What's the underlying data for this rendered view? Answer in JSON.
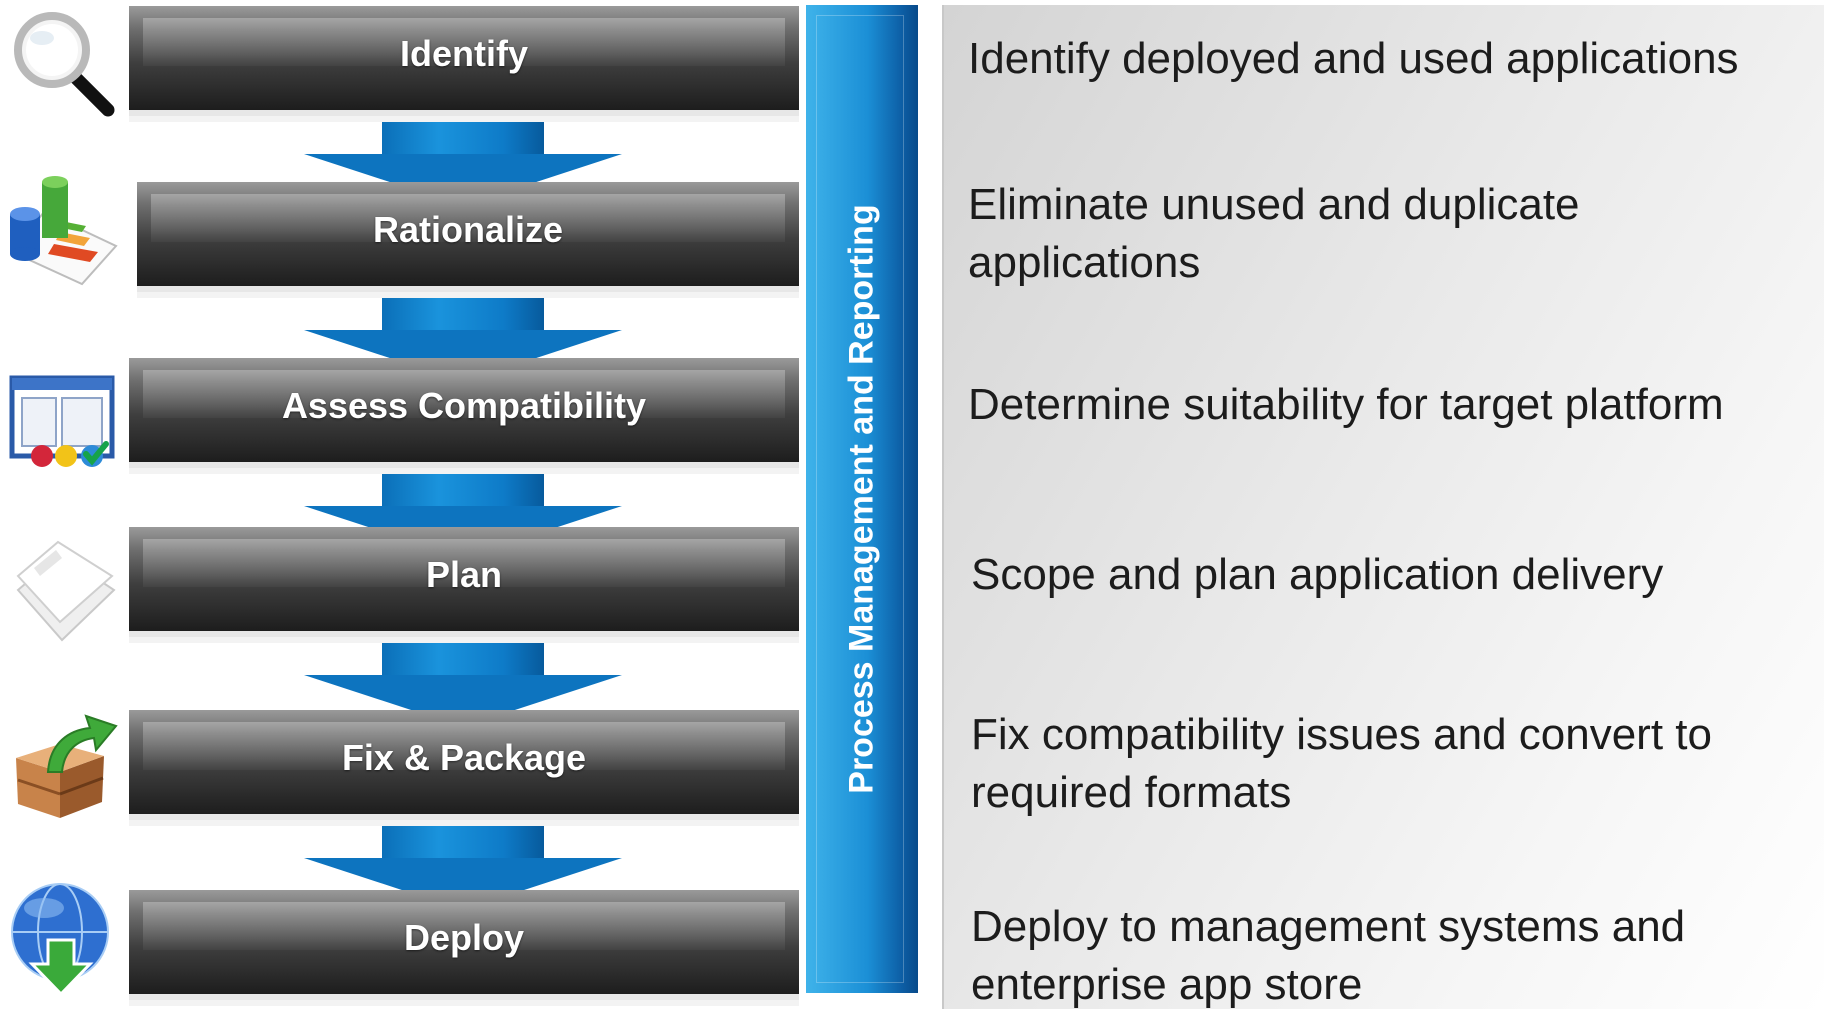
{
  "stages": [
    {
      "label": "Identify",
      "icon": "magnifier-icon",
      "description": "Identify deployed and used applications"
    },
    {
      "label": "Rationalize",
      "icon": "database-chart-icon",
      "description": "Eliminate unused and duplicate applications"
    },
    {
      "label": "Assess Compatibility",
      "icon": "window-checklist-icon",
      "description": "Determine suitability for target platform"
    },
    {
      "label": "Plan",
      "icon": "documents-icon",
      "description": "Scope and plan application delivery"
    },
    {
      "label": "Fix & Package",
      "icon": "package-arrow-icon",
      "description": "Fix compatibility issues and convert to required formats"
    },
    {
      "label": "Deploy",
      "icon": "globe-download-icon",
      "description": "Deploy to management systems and enterprise app store"
    }
  ],
  "side_bar": {
    "label": "Process Management and Reporting"
  },
  "colors": {
    "arrow": "#1a8fd8",
    "stage_dark": "#1d1d1d",
    "bar": "#1b8fd6"
  }
}
